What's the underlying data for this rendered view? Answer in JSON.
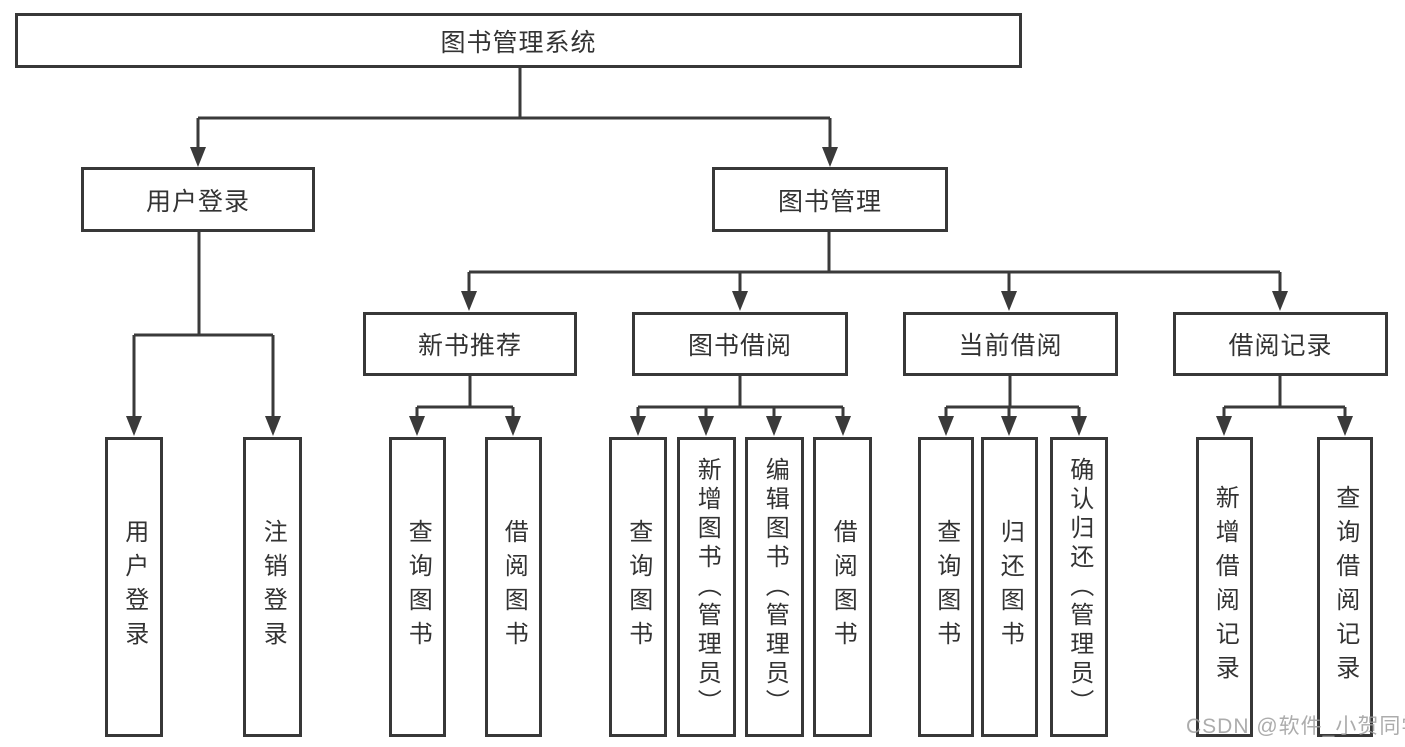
{
  "diagram": {
    "root": {
      "label": "图书管理系统"
    },
    "level1": {
      "user_login": {
        "label": "用户登录"
      },
      "book_mgmt": {
        "label": "图书管理"
      }
    },
    "level2": {
      "new_book_rec": {
        "label": "新书推荐"
      },
      "book_borrow": {
        "label": "图书借阅"
      },
      "current_borrow": {
        "label": "当前借阅"
      },
      "borrow_record": {
        "label": "借阅记录"
      }
    },
    "leaves": {
      "user_login_leaf": {
        "label": "用户登录"
      },
      "logout_leaf": {
        "label": "注销登录"
      },
      "query_book_rec": {
        "label": "查询图书"
      },
      "borrow_book_rec": {
        "label": "借阅图书"
      },
      "query_book_borrow": {
        "label": "查询图书"
      },
      "add_book_admin": {
        "label": "新增图书（管理员）"
      },
      "edit_book_admin": {
        "label": "编辑图书（管理员）"
      },
      "borrow_book_borrow": {
        "label": "借阅图书"
      },
      "query_book_current": {
        "label": "查询图书"
      },
      "return_book": {
        "label": "归还图书"
      },
      "confirm_return_admin": {
        "label": "确认归还（管理员）"
      },
      "add_borrow_record": {
        "label": "新增借阅记录"
      },
      "query_borrow_record": {
        "label": "查询借阅记录"
      }
    }
  },
  "watermark": {
    "text": "CSDN @软件_小贺同学"
  },
  "colors": {
    "line": "#3a3a3a",
    "node_border": "#383838",
    "text": "#333333",
    "background": "#ffffff",
    "watermark": "#9e9e9e"
  }
}
